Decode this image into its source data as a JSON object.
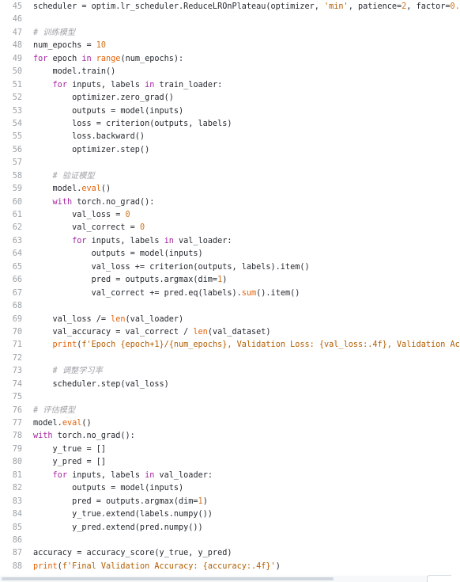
{
  "code": {
    "lines": [
      {
        "num": "45",
        "parts": [
          [
            "t",
            "scheduler = optim.lr_scheduler.ReduceLROnPlateau(optimizer, "
          ],
          [
            "str",
            "'min'"
          ],
          [
            "t",
            ", patience="
          ],
          [
            "n",
            "2"
          ],
          [
            "t",
            ", factor="
          ],
          [
            "n",
            "0."
          ]
        ]
      },
      {
        "num": "46",
        "parts": []
      },
      {
        "num": "47",
        "parts": [
          [
            "c",
            "# 训练模型"
          ]
        ]
      },
      {
        "num": "48",
        "parts": [
          [
            "t",
            "num_epochs = "
          ],
          [
            "n",
            "10"
          ]
        ]
      },
      {
        "num": "49",
        "parts": [
          [
            "k",
            "for"
          ],
          [
            "t",
            " epoch "
          ],
          [
            "k",
            "in"
          ],
          [
            "t",
            " "
          ],
          [
            "f",
            "range"
          ],
          [
            "t",
            "(num_epochs):"
          ]
        ]
      },
      {
        "num": "50",
        "parts": [
          [
            "t",
            "    model.train()"
          ]
        ]
      },
      {
        "num": "51",
        "parts": [
          [
            "t",
            "    "
          ],
          [
            "k",
            "for"
          ],
          [
            "t",
            " inputs, labels "
          ],
          [
            "k",
            "in"
          ],
          [
            "t",
            " train_loader:"
          ]
        ]
      },
      {
        "num": "52",
        "parts": [
          [
            "t",
            "        optimizer.zero_grad()"
          ]
        ]
      },
      {
        "num": "53",
        "parts": [
          [
            "t",
            "        outputs = model(inputs)"
          ]
        ]
      },
      {
        "num": "54",
        "parts": [
          [
            "t",
            "        loss = criterion(outputs, labels)"
          ]
        ]
      },
      {
        "num": "55",
        "parts": [
          [
            "t",
            "        loss.backward()"
          ]
        ]
      },
      {
        "num": "56",
        "parts": [
          [
            "t",
            "        optimizer.step()"
          ]
        ]
      },
      {
        "num": "57",
        "parts": []
      },
      {
        "num": "58",
        "parts": [
          [
            "t",
            "    "
          ],
          [
            "c",
            "# 验证模型"
          ]
        ]
      },
      {
        "num": "59",
        "parts": [
          [
            "t",
            "    model."
          ],
          [
            "f",
            "eval"
          ],
          [
            "t",
            "()"
          ]
        ]
      },
      {
        "num": "60",
        "parts": [
          [
            "t",
            "    "
          ],
          [
            "k",
            "with"
          ],
          [
            "t",
            " torch.no_grad():"
          ]
        ]
      },
      {
        "num": "61",
        "parts": [
          [
            "t",
            "        val_loss = "
          ],
          [
            "n",
            "0"
          ]
        ]
      },
      {
        "num": "62",
        "parts": [
          [
            "t",
            "        val_correct = "
          ],
          [
            "n",
            "0"
          ]
        ]
      },
      {
        "num": "63",
        "parts": [
          [
            "t",
            "        "
          ],
          [
            "k",
            "for"
          ],
          [
            "t",
            " inputs, labels "
          ],
          [
            "k",
            "in"
          ],
          [
            "t",
            " val_loader:"
          ]
        ]
      },
      {
        "num": "64",
        "parts": [
          [
            "t",
            "            outputs = model(inputs)"
          ]
        ]
      },
      {
        "num": "65",
        "parts": [
          [
            "t",
            "            val_loss += criterion(outputs, labels).item()"
          ]
        ]
      },
      {
        "num": "66",
        "parts": [
          [
            "t",
            "            pred = outputs.argmax(dim="
          ],
          [
            "n",
            "1"
          ],
          [
            "t",
            ")"
          ]
        ]
      },
      {
        "num": "67",
        "parts": [
          [
            "t",
            "            val_correct += pred.eq(labels)."
          ],
          [
            "f",
            "sum"
          ],
          [
            "t",
            "().item()"
          ]
        ]
      },
      {
        "num": "68",
        "parts": []
      },
      {
        "num": "69",
        "parts": [
          [
            "t",
            "    val_loss /= "
          ],
          [
            "f",
            "len"
          ],
          [
            "t",
            "(val_loader)"
          ]
        ]
      },
      {
        "num": "70",
        "parts": [
          [
            "t",
            "    val_accuracy = val_correct / "
          ],
          [
            "f",
            "len"
          ],
          [
            "t",
            "(val_dataset)"
          ]
        ]
      },
      {
        "num": "71",
        "parts": [
          [
            "t",
            "    "
          ],
          [
            "f",
            "print"
          ],
          [
            "t",
            "("
          ],
          [
            "str",
            "f'Epoch {epoch+1}/{num_epochs}, Validation Loss: {val_loss:.4f}, Validation Ac"
          ]
        ]
      },
      {
        "num": "72",
        "parts": []
      },
      {
        "num": "73",
        "parts": [
          [
            "t",
            "    "
          ],
          [
            "c",
            "# 调整学习率"
          ]
        ]
      },
      {
        "num": "74",
        "parts": [
          [
            "t",
            "    scheduler.step(val_loss)"
          ]
        ]
      },
      {
        "num": "75",
        "parts": []
      },
      {
        "num": "76",
        "parts": [
          [
            "c",
            "# 评估模型"
          ]
        ]
      },
      {
        "num": "77",
        "parts": [
          [
            "t",
            "model."
          ],
          [
            "f",
            "eval"
          ],
          [
            "t",
            "()"
          ]
        ]
      },
      {
        "num": "78",
        "parts": [
          [
            "k",
            "with"
          ],
          [
            "t",
            " torch.no_grad():"
          ]
        ]
      },
      {
        "num": "79",
        "parts": [
          [
            "t",
            "    y_true = []"
          ]
        ]
      },
      {
        "num": "80",
        "parts": [
          [
            "t",
            "    y_pred = []"
          ]
        ]
      },
      {
        "num": "81",
        "parts": [
          [
            "t",
            "    "
          ],
          [
            "k",
            "for"
          ],
          [
            "t",
            " inputs, labels "
          ],
          [
            "k",
            "in"
          ],
          [
            "t",
            " val_loader:"
          ]
        ]
      },
      {
        "num": "82",
        "parts": [
          [
            "t",
            "        outputs = model(inputs)"
          ]
        ]
      },
      {
        "num": "83",
        "parts": [
          [
            "t",
            "        pred = outputs.argmax(dim="
          ],
          [
            "n",
            "1"
          ],
          [
            "t",
            ")"
          ]
        ]
      },
      {
        "num": "84",
        "parts": [
          [
            "t",
            "        y_true.extend(labels.numpy())"
          ]
        ]
      },
      {
        "num": "85",
        "parts": [
          [
            "t",
            "        y_pred.extend(pred.numpy())"
          ]
        ]
      },
      {
        "num": "86",
        "parts": []
      },
      {
        "num": "87",
        "parts": [
          [
            "t",
            "accuracy = accuracy_score(y_true, y_pred)"
          ]
        ]
      },
      {
        "num": "88",
        "parts": [
          [
            "f",
            "print"
          ],
          [
            "t",
            "("
          ],
          [
            "str",
            "f'Final Validation Accuracy: {accuracy:.4f}'"
          ],
          [
            "t",
            ")"
          ]
        ]
      }
    ]
  }
}
